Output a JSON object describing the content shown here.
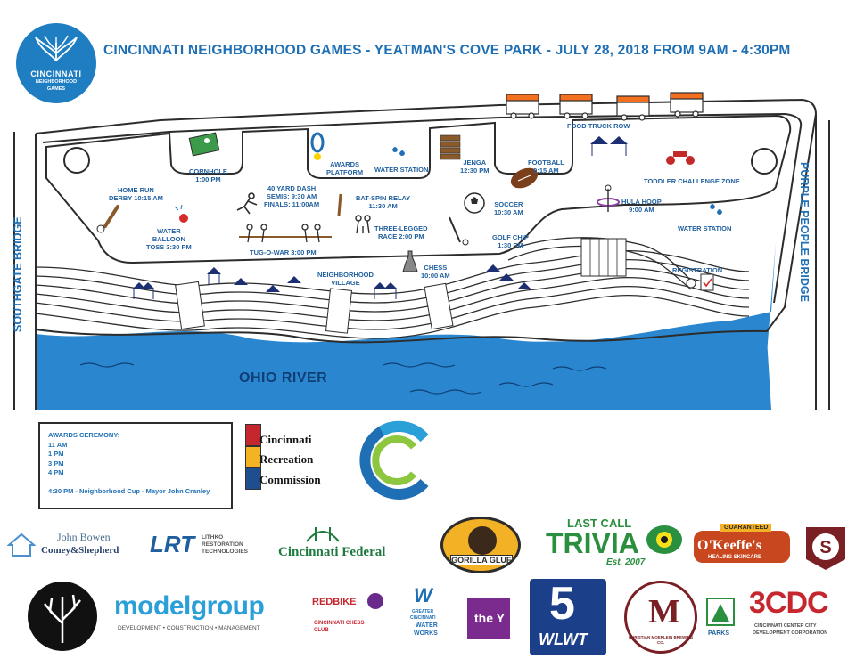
{
  "header": {
    "title": "CINCINNATI NEIGHBORHOOD GAMES - YEATMAN'S COVE PARK - JULY 28, 2018 FROM 9AM - 4:30PM",
    "logo": {
      "line1": "CINCINNATI",
      "line2": "NEIGHBORHOOD",
      "line3": "GAMES"
    }
  },
  "map": {
    "bridges": {
      "left": "SOUTHGATE BRIDGE",
      "right": "PURPLE PEOPLE BRIDGE"
    },
    "river": "OHIO RIVER",
    "food_truck_row": "FOOD TRUCK ROW",
    "stations": [
      {
        "key": "cornhole",
        "line1": "CORNHOLE",
        "line2": "1:00 PM"
      },
      {
        "key": "awards",
        "line1": "AWARDS",
        "line2": "PLATFORM"
      },
      {
        "key": "water1",
        "line1": "WATER STATION",
        "line2": ""
      },
      {
        "key": "jenga",
        "line1": "JENGA",
        "line2": "12:30 PM"
      },
      {
        "key": "football",
        "line1": "FOOTBALL",
        "line2": "9:15 AM"
      },
      {
        "key": "toddler",
        "line1": "TODDLER CHALLENGE ZONE",
        "line2": ""
      },
      {
        "key": "homerun",
        "line1": "HOME RUN",
        "line2": "DERBY 10:15 AM"
      },
      {
        "key": "dash",
        "line1": "40 YARD DASH",
        "line2": "SEMIS: 9:30 AM",
        "line3": "FINALS: 11:00AM"
      },
      {
        "key": "batspin",
        "line1": "BAT-SPIN RELAY",
        "line2": "11:30 AM"
      },
      {
        "key": "soccer",
        "line1": "SOCCER",
        "line2": "10:30 AM"
      },
      {
        "key": "hulahoop",
        "line1": "HULA HOOP",
        "line2": "9:00 AM"
      },
      {
        "key": "water2",
        "line1": "WATER STATION",
        "line2": ""
      },
      {
        "key": "balloon",
        "line1": "WATER",
        "line2": "BALLOON",
        "line3": "TOSS 3:30 PM"
      },
      {
        "key": "threelegged",
        "line1": "THREE-LEGGED",
        "line2": "RACE  2:00 PM"
      },
      {
        "key": "golf",
        "line1": "GOLF CHIP",
        "line2": "1:30 PM"
      },
      {
        "key": "tug",
        "line1": "TUG-O-WAR  3:00 PM",
        "line2": ""
      },
      {
        "key": "chess",
        "line1": "CHESS",
        "line2": "10:00 AM"
      },
      {
        "key": "village",
        "line1": "NEIGHBORHOOD",
        "line2": "VILLAGE"
      },
      {
        "key": "registration",
        "line1": "REGISTRATION",
        "line2": ""
      }
    ]
  },
  "awards_ceremony": {
    "heading": "AWARDS CEREMONY:",
    "times": [
      "11 AM",
      "1 PM",
      "3 PM",
      "4 PM"
    ],
    "final": "4:30 PM - Neighborhood Cup - Mayor John Cranley"
  },
  "crc": {
    "line1": "Cincinnati",
    "line2": "Recreation",
    "line3": "Commission"
  },
  "sponsors": {
    "john_bowen": {
      "line1": "John Bowen",
      "line2": "Comey&Shepherd"
    },
    "lrt": {
      "mark": "LRT",
      "line1": "LITHKO",
      "line2": "RESTORATION",
      "line3": "TECHNOLOGIES"
    },
    "cincinnati_federal": "Cincinnati Federal",
    "gorilla_glue": "GORILLA GLUE",
    "trivia": {
      "line1": "LAST CALL",
      "line2": "TRIVIA",
      "line3": "Est. 2007"
    },
    "okeeffes": {
      "top": "GUARANTEED",
      "name": "O'Keeffe's",
      "sub": "HEALING SKINCARE"
    },
    "model_group": {
      "name": "modelgroup",
      "sub": "DEVELOPMENT • CONSTRUCTION • MANAGEMENT"
    },
    "redbike": "REDBIKE",
    "chess_club": "CINCINNATI CHESS CLUB",
    "water_works": {
      "mark": "W",
      "line1": "GREATER",
      "line2": "CINCINNATI",
      "line3": "WATER",
      "line4": "WORKS"
    },
    "ymca": "the Y",
    "wlwt": {
      "num": "5",
      "name": "WLWT"
    },
    "moerlein": {
      "mark": "M",
      "text": "CHRISTIAN MOERLEIN BREWING CO."
    },
    "parks": "PARKS",
    "cdc": {
      "name": "3CDC",
      "line1": "CINCINNATI CENTER CITY",
      "line2": "DEVELOPMENT CORPORATION"
    }
  },
  "colors": {
    "brand_blue": "#1f6fb5",
    "river": "#2a87cf",
    "dark_text": "#0f3e75"
  }
}
